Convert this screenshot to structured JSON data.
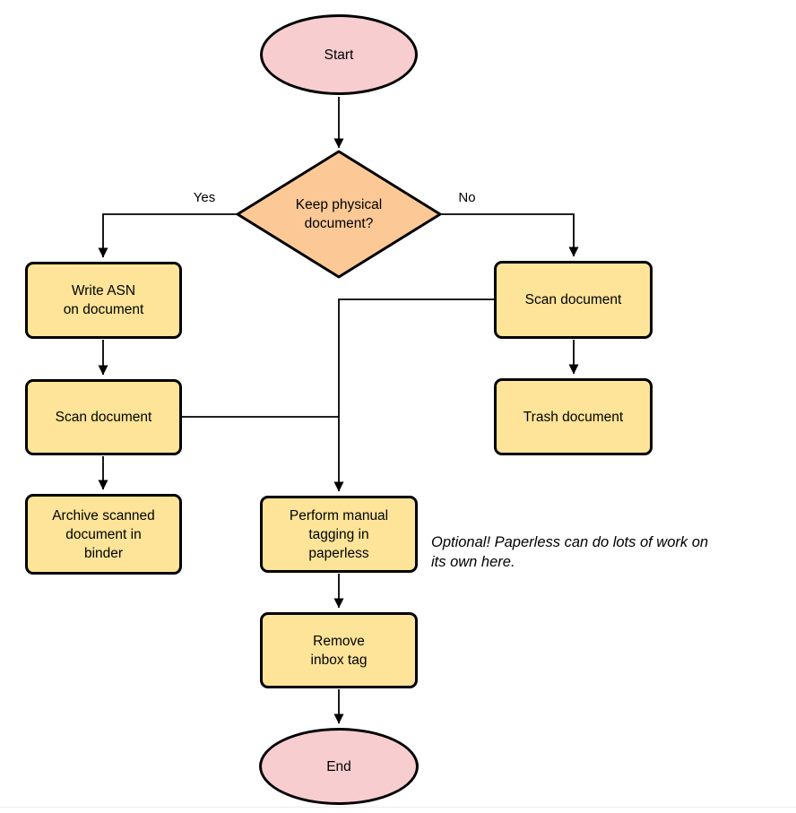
{
  "flowchart": {
    "nodes": {
      "start": {
        "label": "Start",
        "type": "terminal"
      },
      "decision": {
        "label": "Keep physical\ndocument?",
        "type": "decision"
      },
      "write_asn": {
        "label": "Write ASN\non document",
        "type": "process"
      },
      "scan_left": {
        "label": "Scan document",
        "type": "process"
      },
      "archive": {
        "label": "Archive scanned\ndocument in\nbinder",
        "type": "process"
      },
      "scan_right": {
        "label": "Scan document",
        "type": "process"
      },
      "trash": {
        "label": "Trash document",
        "type": "process"
      },
      "tagging": {
        "label": "Perform manual\ntagging in\npaperless",
        "type": "process"
      },
      "remove_inbox": {
        "label": "Remove\ninbox tag",
        "type": "process"
      },
      "end": {
        "label": "End",
        "type": "terminal"
      }
    },
    "edge_labels": {
      "yes": "Yes",
      "no": "No"
    },
    "note": "Optional! Paperless can do lots of work on\nits own here.",
    "colors": {
      "terminal_fill": "#f7cdd0",
      "decision_fill": "#fcc996",
      "process_fill": "#fde498",
      "stroke": "#000000"
    }
  }
}
